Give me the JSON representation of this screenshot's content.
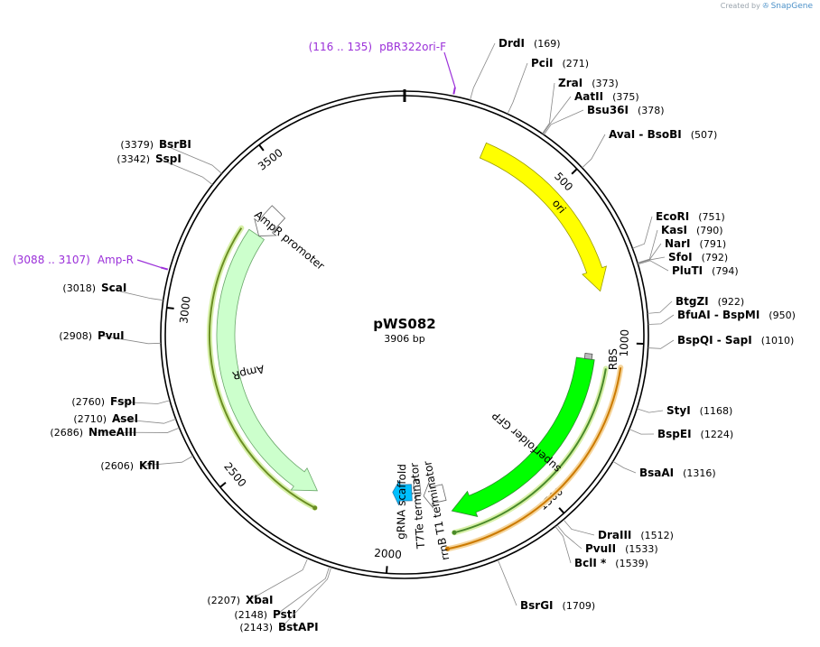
{
  "credit": {
    "prefix": "Created by",
    "brand": "SnapGene"
  },
  "plasmid": {
    "name": "pWS082",
    "length_label": "3906 bp",
    "length": 3906
  },
  "ticks": [
    {
      "pos": 500,
      "label": "500"
    },
    {
      "pos": 1000,
      "label": "1000"
    },
    {
      "pos": 1500,
      "label": "1500"
    },
    {
      "pos": 2000,
      "label": "2000"
    },
    {
      "pos": 2500,
      "label": "2500"
    },
    {
      "pos": 3000,
      "label": "3000"
    },
    {
      "pos": 3500,
      "label": "3500"
    }
  ],
  "features": [
    {
      "name": "ori",
      "label": "ori",
      "start": 250,
      "end": 840,
      "strand": 1,
      "color": "#ffff00",
      "stroke": "#9a9a00",
      "label_pos": "inside"
    },
    {
      "name": "ampr",
      "label": "AmpR",
      "start": 2270,
      "end": 3300,
      "strand": -1,
      "color": "#ccffcc",
      "stroke": "#6aa86a",
      "label_pos": "inside"
    },
    {
      "name": "ampr-promoter",
      "label": "AmpR promoter",
      "start": 3300,
      "end": 3410,
      "strand": -1,
      "color": "#ffffff",
      "stroke": "#666666",
      "label_pos": "inside"
    },
    {
      "name": "superfolder-gfp",
      "label": "superfolder GFP",
      "start": 1058,
      "end": 1790,
      "strand": 1,
      "color": "#00ff00",
      "stroke": "#2e8b2e",
      "label_pos": "inside"
    },
    {
      "name": "rbs",
      "label": "RBS",
      "start": 1040,
      "end": 1058,
      "strand": 0,
      "color": "#bbbbbb",
      "stroke": "#555555",
      "label_pos": "inside"
    },
    {
      "name": "rrnb-t1-terminator",
      "label": "rrnB T1 terminator",
      "start": 1800,
      "end": 1880,
      "strand": 1,
      "color": "#ffffff",
      "stroke": "#666666",
      "label_pos": "inside"
    },
    {
      "name": "t7te-terminator",
      "label": "T7Te terminator",
      "start": 1890,
      "end": 1918,
      "strand": 1,
      "color": "#ffffff",
      "stroke": "#666666",
      "label_pos": "inside"
    },
    {
      "name": "grna-scaffold",
      "label": "gRNA scaffold",
      "start": 1925,
      "end": 2000,
      "strand": 1,
      "color": "#00bfff",
      "stroke": "#2a7fb0",
      "label_pos": "inside"
    }
  ],
  "orfs": [
    {
      "name": "orf-ampr",
      "start": 2250,
      "end": 3290,
      "strand": -1,
      "color": "#6b8e23"
    },
    {
      "name": "orf-gfp-green",
      "start": 1080,
      "end": 1800,
      "strand": 1,
      "color": "#4a8a2a"
    },
    {
      "name": "orf-gfp-orange",
      "start": 1070,
      "end": 1830,
      "strand": 1,
      "color": "#cc7a00"
    }
  ],
  "primers": [
    {
      "name": "pbr322ori-f",
      "range": "(116 .. 135)",
      "label": "pBR322ori-F",
      "pos": 125,
      "color": "#9b30d9"
    },
    {
      "name": "amp-r",
      "range": "(3088 .. 3107)",
      "label": "Amp-R",
      "pos": 3097,
      "color": "#9b30d9"
    }
  ],
  "sites": [
    {
      "name": "DrdI",
      "pos": 169,
      "pos_label": "(169)"
    },
    {
      "name": "PciI",
      "pos": 271,
      "pos_label": "(271)"
    },
    {
      "name": "ZraI",
      "pos": 373,
      "pos_label": "(373)"
    },
    {
      "name": "AatII",
      "pos": 375,
      "pos_label": "(375)"
    },
    {
      "name": "Bsu36I",
      "pos": 378,
      "pos_label": "(378)"
    },
    {
      "name": "AvaI - BsoBI",
      "pos": 507,
      "pos_label": "(507)"
    },
    {
      "name": "EcoRI",
      "pos": 751,
      "pos_label": "(751)"
    },
    {
      "name": "KasI",
      "pos": 790,
      "pos_label": "(790)"
    },
    {
      "name": "NarI",
      "pos": 791,
      "pos_label": "(791)"
    },
    {
      "name": "SfoI",
      "pos": 792,
      "pos_label": "(792)"
    },
    {
      "name": "PluTI",
      "pos": 794,
      "pos_label": "(794)"
    },
    {
      "name": "BtgZI",
      "pos": 922,
      "pos_label": "(922)"
    },
    {
      "name": "BfuAI - BspMI",
      "pos": 950,
      "pos_label": "(950)"
    },
    {
      "name": "BspQI - SapI",
      "pos": 1010,
      "pos_label": "(1010)"
    },
    {
      "name": "StyI",
      "pos": 1168,
      "pos_label": "(1168)"
    },
    {
      "name": "BspEI",
      "pos": 1224,
      "pos_label": "(1224)"
    },
    {
      "name": "BsaAI",
      "pos": 1316,
      "pos_label": "(1316)"
    },
    {
      "name": "DraIII",
      "pos": 1512,
      "pos_label": "(1512)"
    },
    {
      "name": "PvuII",
      "pos": 1533,
      "pos_label": "(1533)"
    },
    {
      "name": "BclI *",
      "pos": 1539,
      "pos_label": "(1539)"
    },
    {
      "name": "BsrGI",
      "pos": 1709,
      "pos_label": "(1709)"
    },
    {
      "name": "XbaI",
      "pos": 2207,
      "pos_label": "(2207)"
    },
    {
      "name": "PstI",
      "pos": 2148,
      "pos_label": "(2148)"
    },
    {
      "name": "BstAPI",
      "pos": 2143,
      "pos_label": "(2143)"
    },
    {
      "name": "KflI",
      "pos": 2606,
      "pos_label": "(2606)"
    },
    {
      "name": "NmeAIII",
      "pos": 2686,
      "pos_label": "(2686)"
    },
    {
      "name": "AseI",
      "pos": 2710,
      "pos_label": "(2710)"
    },
    {
      "name": "FspI",
      "pos": 2760,
      "pos_label": "(2760)"
    },
    {
      "name": "PvuI",
      "pos": 2908,
      "pos_label": "(2908)"
    },
    {
      "name": "ScaI",
      "pos": 3018,
      "pos_label": "(3018)"
    },
    {
      "name": "SspI",
      "pos": 3342,
      "pos_label": "(3342)"
    },
    {
      "name": "BsrBI",
      "pos": 3379,
      "pos_label": "(3379)"
    }
  ]
}
